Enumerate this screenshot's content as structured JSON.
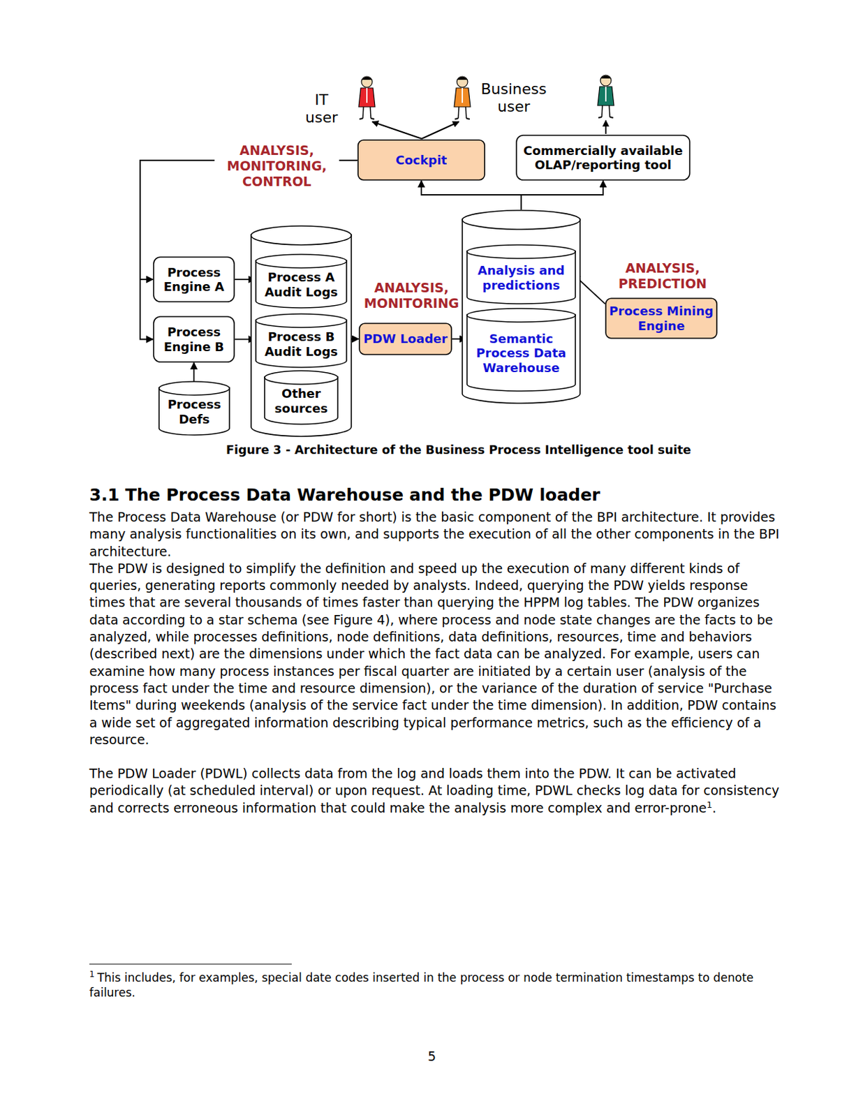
{
  "diagram": {
    "title": "3.1 The Process Data Warehouse and the PDW loader",
    "caption": "Figure 3 - Architecture of the Business Process Intelligence tool suite",
    "nodes": [
      {
        "text": [
          "Cockpit"
        ]
      },
      {
        "text": [
          "Commercially available OLAP/reporting tool"
        ]
      },
      {
        "text": [
          "Process Engine A"
        ]
      },
      {
        "text": [
          "Process Engine B"
        ]
      },
      {
        "text": [
          "Process Defs"
        ]
      },
      {
        "text": []
      },
      {
        "text": [
          "Process A Audit Logs"
        ],
        "in": 5
      },
      {
        "text": [
          "Process B Audit Logs"
        ],
        "in": 5
      },
      {
        "text": [
          "Other sources"
        ],
        "in": 5
      },
      {
        "text": [
          "PDW Loader"
        ]
      },
      {
        "text": []
      },
      {
        "text": [
          "Analysis and predictions"
        ],
        "in": 10
      },
      {
        "text": [
          "Semantic Process Data Warehouse"
        ],
        "in": 10
      },
      {
        "text": [
          "Process Mining Engine"
        ]
      }
    ],
    "edges": [
      {
        "from": 0,
        "to": 2,
        "arrow": "to",
        "label": "ANALYSIS, MONITORING, CONTROL"
      },
      {
        "from": 0,
        "to": 3,
        "arrow": "to"
      },
      {
        "from": 4,
        "to": 3,
        "arrow": "to"
      },
      {
        "from": 2,
        "to": 6,
        "arrow": "to"
      },
      {
        "from": 3,
        "to": 7,
        "arrow": "to"
      },
      {
        "from": 7,
        "to": 9,
        "arrow": "to"
      },
      {
        "from": 9,
        "to": 12,
        "arrow": "to"
      },
      {
        "from": 12,
        "to": 13,
        "arrow": "to"
      },
      {
        "from": 13,
        "to": 11,
        "arrow": "to"
      },
      {
        "from": 10,
        "to": 0,
        "arrow": "to"
      },
      {
        "from": 10,
        "to": 1,
        "arrow": "to"
      }
    ],
    "labels": [
      "IT user",
      "Business user",
      "ANALYSIS, MONITORING",
      "ANALYSIS, PREDICTION",
      "The Process Data Warehouse (or PDW for short) is the basic component of the BPI architecture. It provides many analysis functionalities on its own, and supports the execution of all the other components in the BPI architecture.",
      "The PDW is designed to simplify the definition and speed up the execution of many different kinds of queries, generating reports commonly needed by analysts. Indeed, querying the PDW yields response times that are several thousands of times faster than querying the HPPM log tables. The PDW organizes data according to a star schema (see Figure 4), where process and node state changes are the facts to be analyzed, while processes definitions, node definitions, data definitions, resources, time and behaviors (described next) are the dimensions under which the fact data can be analyzed. For example, users can examine how many process instances per fiscal quarter are initiated by a certain user (analysis of the process fact under the time and resource dimension), or the variance of the duration of service \"Purchase Items\" during weekends (analysis of the service fact under the time dimension). In addition, PDW contains a wide set of aggregated information describing typical performance metrics, such as the efficiency of a resource.",
      "The PDW Loader (PDWL) collects data from the log and loads them into the PDW. It can be activated periodically (at scheduled interval) or upon request. At loading time, PDWL checks log data for consistency and corrects erroneous information that could make the analysis more complex and error-prone",
      "1",
      ".",
      "1",
      "This includes, for examples, special date codes inserted in the process or node termination timestamps to denote failures.",
      "5"
    ]
  }
}
